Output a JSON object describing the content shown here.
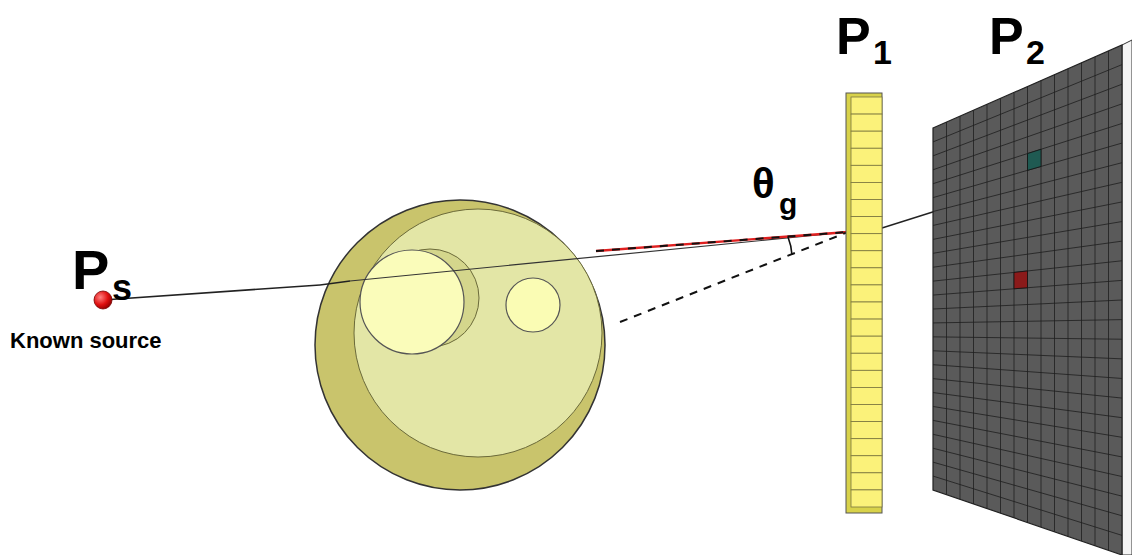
{
  "diagram": {
    "labels": [
      "P",
      "s",
      "Known source",
      "θ",
      "g",
      "P",
      "1",
      "P",
      "2"
    ]
  }
}
